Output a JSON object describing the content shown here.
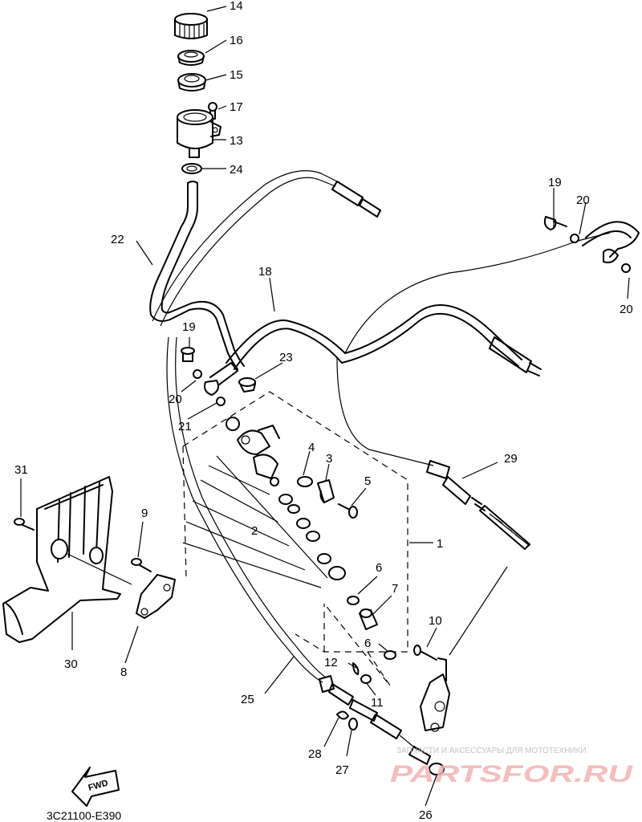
{
  "diagram": {
    "callouts": [
      {
        "id": "14",
        "label": "14"
      },
      {
        "id": "16",
        "label": "16"
      },
      {
        "id": "15",
        "label": "15"
      },
      {
        "id": "17",
        "label": "17"
      },
      {
        "id": "13",
        "label": "13"
      },
      {
        "id": "24",
        "label": "24"
      },
      {
        "id": "22",
        "label": "22"
      },
      {
        "id": "18",
        "label": "18"
      },
      {
        "id": "19a",
        "label": "19"
      },
      {
        "id": "20a",
        "label": "20"
      },
      {
        "id": "20b",
        "label": "20"
      },
      {
        "id": "19b",
        "label": "19"
      },
      {
        "id": "23",
        "label": "23"
      },
      {
        "id": "20c",
        "label": "20"
      },
      {
        "id": "21",
        "label": "21"
      },
      {
        "id": "4",
        "label": "4"
      },
      {
        "id": "3",
        "label": "3"
      },
      {
        "id": "5",
        "label": "5"
      },
      {
        "id": "29",
        "label": "29"
      },
      {
        "id": "2",
        "label": "2"
      },
      {
        "id": "1",
        "label": "1"
      },
      {
        "id": "31",
        "label": "31"
      },
      {
        "id": "9",
        "label": "9"
      },
      {
        "id": "6a",
        "label": "6"
      },
      {
        "id": "7",
        "label": "7"
      },
      {
        "id": "10",
        "label": "10"
      },
      {
        "id": "6b",
        "label": "6"
      },
      {
        "id": "12",
        "label": "12"
      },
      {
        "id": "11",
        "label": "11"
      },
      {
        "id": "30",
        "label": "30"
      },
      {
        "id": "8",
        "label": "8"
      },
      {
        "id": "25",
        "label": "25"
      },
      {
        "id": "28",
        "label": "28"
      },
      {
        "id": "27",
        "label": "27"
      },
      {
        "id": "26",
        "label": "26"
      }
    ],
    "fwd_label": "FWD",
    "diagram_code": "3C21100-E390"
  },
  "watermark": {
    "top_text": "ЗАПЧАСТИ И АКСЕССУАРЫ ДЛЯ МОТОТЕХНИКИ",
    "logo_text": "PARTSFOR.RU",
    "color": "#e23b3b"
  }
}
